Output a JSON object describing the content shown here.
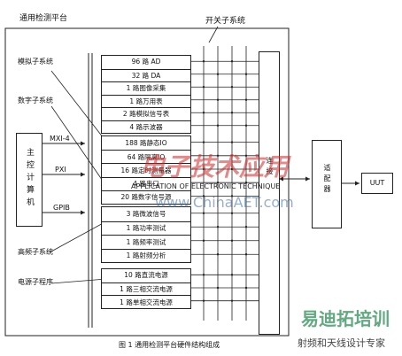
{
  "platform_label": "通用检测平台",
  "switch_label": "开关子系统",
  "subsystems": {
    "analog": "模拟子系统",
    "digital": "数字子系统",
    "rf": "高频子系统",
    "power": "电源子程序"
  },
  "host": {
    "label": "主控计算机"
  },
  "buses": [
    "MXI-4",
    "PXI",
    "GPIB"
  ],
  "modules": {
    "analog": [
      "96 路 AD",
      "32 路 DA",
      "1 路图像采集",
      "1 路万用表",
      "2 路模拟信号表",
      "4 路示波器"
    ],
    "digital": [
      "188 路静态IO",
      "64 路隔离IO",
      "16 路定时测量器",
      "4 路串口",
      "20 路数字信号源"
    ],
    "rf": [
      "3 路微波信号",
      "1 路功率测试",
      "1 路频率测试",
      "1 路射频分析"
    ],
    "power": [
      "10 路直流电源",
      "1 路三相交流电源",
      "1 路单相交流电源"
    ]
  },
  "connector": {
    "label": "连接"
  },
  "adapter": {
    "label": "适配器"
  },
  "uut": "UUT",
  "caption": "图 1  通用检测平台硬件结构组成",
  "watermarks": {
    "journal_cn": "电子技术应用",
    "journal_en": "APPLICATION OF ELECTRONIC TECHNIQUE",
    "url": "www.ChinaAET.com",
    "brand": "易迪拓培训",
    "slogan": "射频和天线设计专家"
  },
  "colors": {
    "line": "#222222",
    "watermark_red": "#cc2b2b",
    "watermark_blue": "#3a6ea8",
    "brand_green": "#2e8b57"
  }
}
